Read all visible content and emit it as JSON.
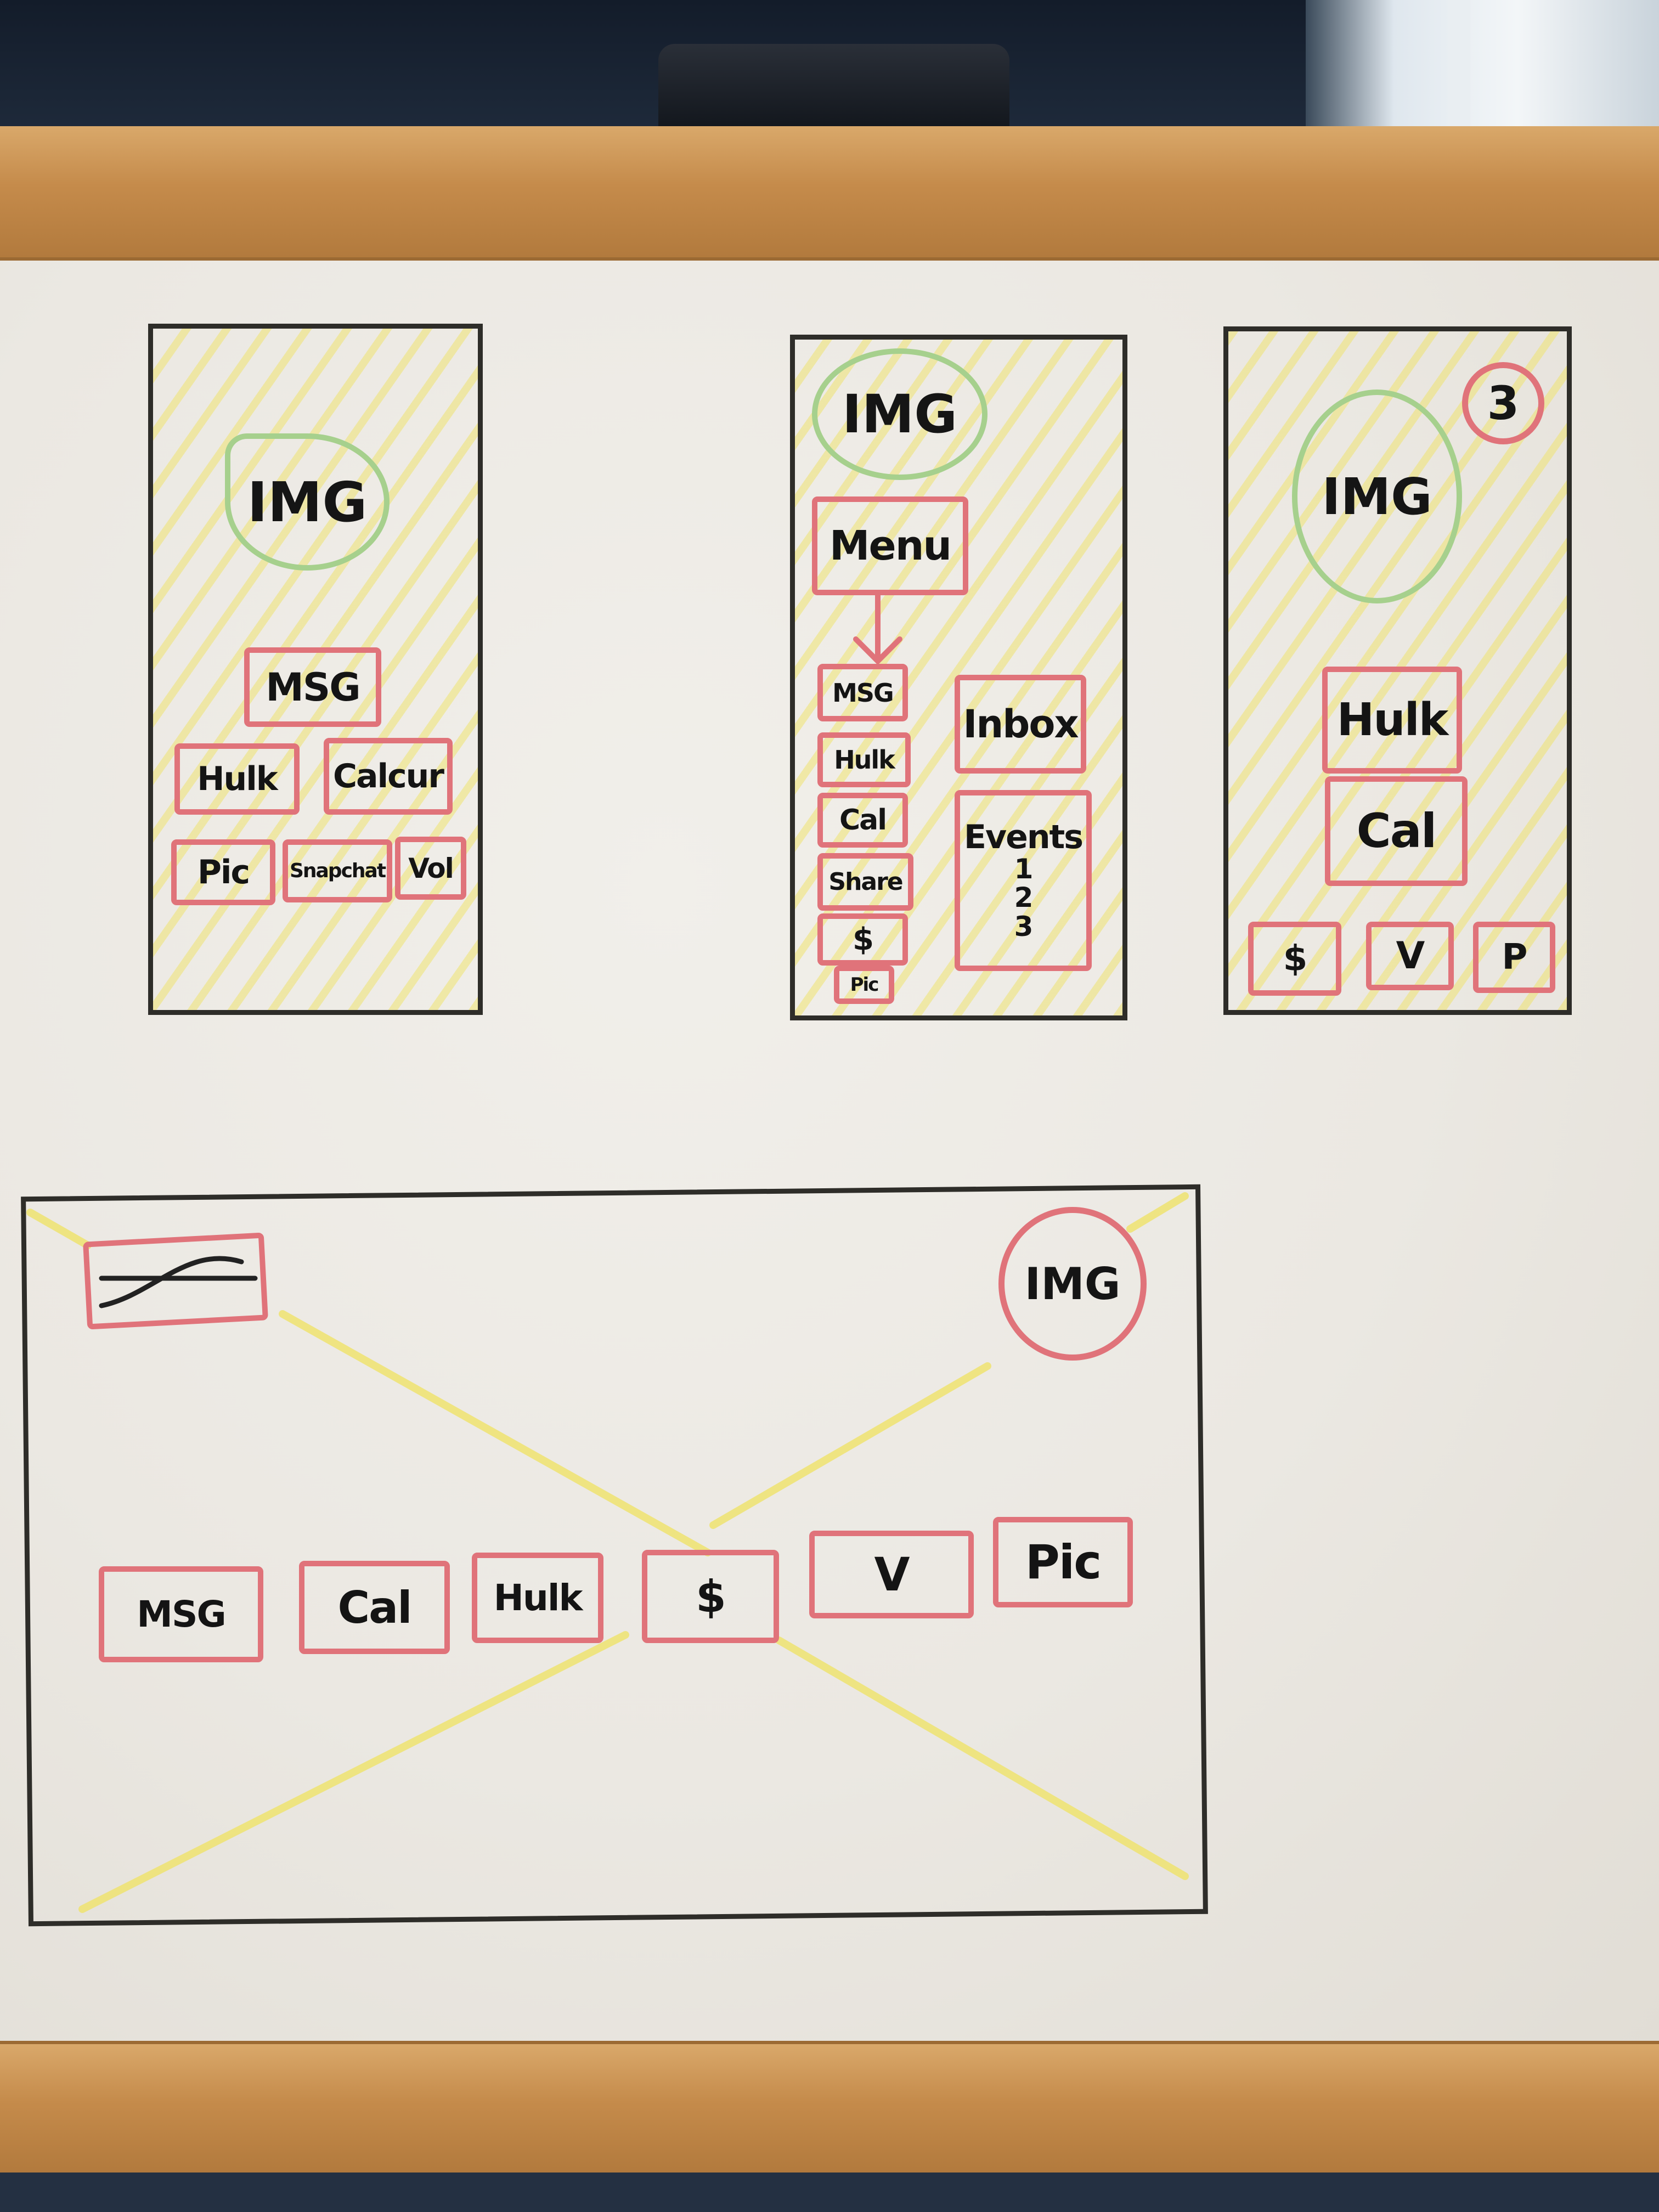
{
  "sketch_1": {
    "img": "IMG",
    "msg": "MSG",
    "row1": [
      "Hulk",
      "Calcur"
    ],
    "row2": [
      "Pic",
      "Snapchat",
      "Vol"
    ]
  },
  "sketch_2": {
    "img": "IMG",
    "menu": "Menu",
    "menu_items": [
      "MSG",
      "Hulk",
      "Cal",
      "Share",
      "$",
      "Pic"
    ],
    "inbox": "Inbox",
    "events_title": "Events",
    "events": [
      "1",
      "2",
      "3"
    ]
  },
  "sketch_3": {
    "badge": "3",
    "img": "IMG",
    "hulk": "Hulk",
    "cal": "Cal",
    "bottom": [
      "$",
      "V",
      "P"
    ]
  },
  "sketch_4": {
    "img": "IMG",
    "buttons": [
      "MSG",
      "Cal",
      "Hulk",
      "$",
      "V",
      "Pic"
    ]
  },
  "colors": {
    "marker_red": "#e0737a",
    "marker_yellow": "#efe370",
    "marker_green": "#a6d08d",
    "marker_black": "#2e2d29"
  }
}
